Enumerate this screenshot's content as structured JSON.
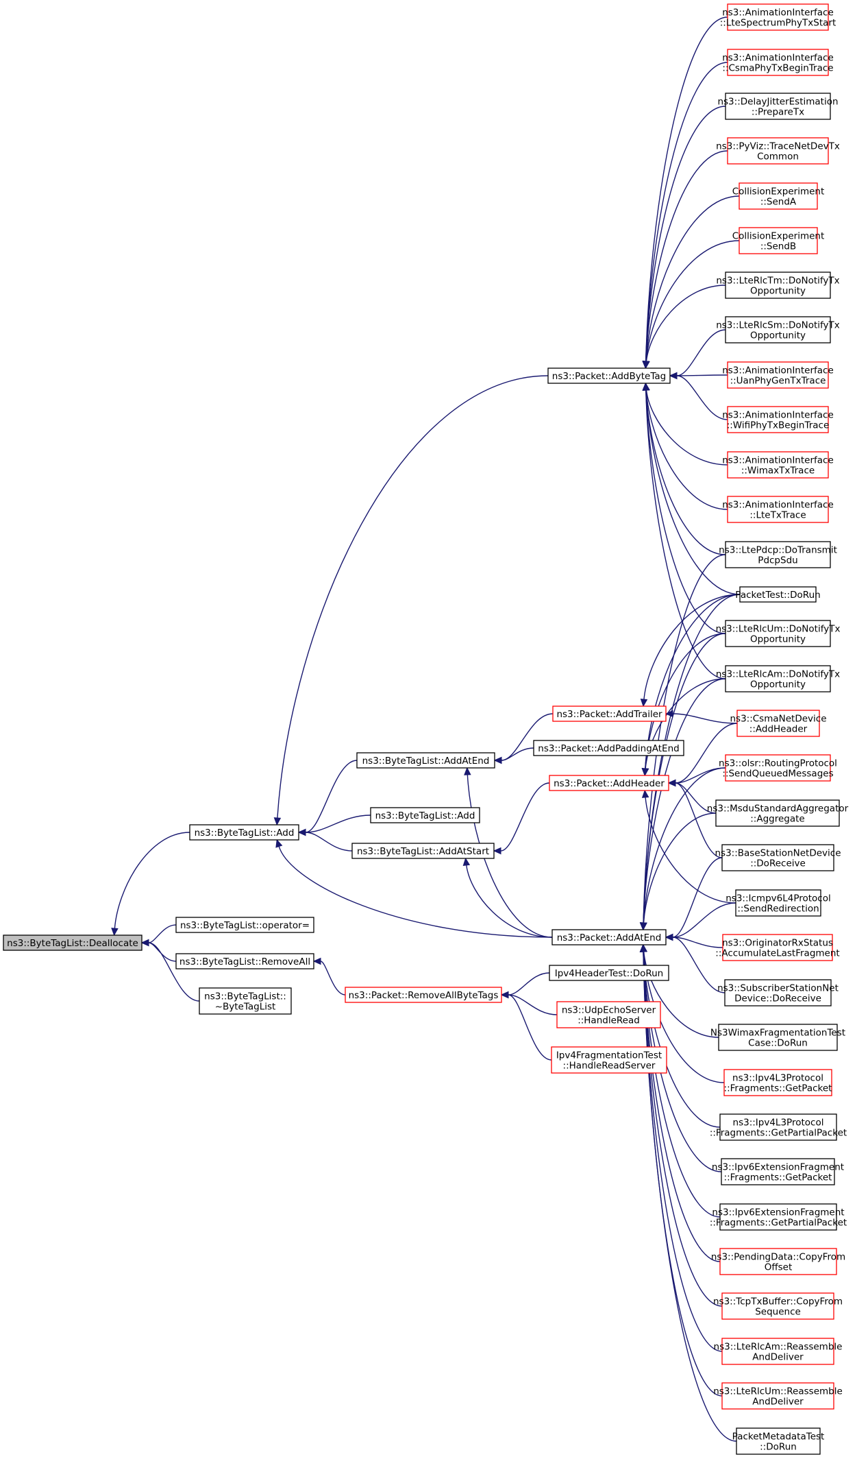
{
  "colors": {
    "edge": "#191970",
    "border_black": "#000000",
    "border_red": "#ff0000",
    "root_fill": "#bfbfbf",
    "node_fill": "#ffffff"
  },
  "nodes": [
    {
      "id": "root",
      "lines": [
        "ns3::ByteTagList::Deallocate"
      ],
      "border": "black",
      "root": true
    },
    {
      "id": "btl_add",
      "lines": [
        "ns3::ByteTagList::Add"
      ],
      "border": "black"
    },
    {
      "id": "btl_opeq",
      "lines": [
        "ns3::ByteTagList::operator="
      ],
      "border": "black"
    },
    {
      "id": "btl_removeall",
      "lines": [
        "ns3::ByteTagList::RemoveAll"
      ],
      "border": "black"
    },
    {
      "id": "btl_dtor",
      "lines": [
        "ns3::ByteTagList::",
        "~ByteTagList"
      ],
      "border": "black"
    },
    {
      "id": "btl_addatend",
      "lines": [
        "ns3::ByteTagList::AddAtEnd"
      ],
      "border": "black"
    },
    {
      "id": "btl_add2",
      "lines": [
        "ns3::ByteTagList::Add"
      ],
      "border": "black"
    },
    {
      "id": "btl_addatstart",
      "lines": [
        "ns3::ByteTagList::AddAtStart"
      ],
      "border": "black"
    },
    {
      "id": "pkt_removeallbytetags",
      "lines": [
        "ns3::Packet::RemoveAllByteTags"
      ],
      "border": "red"
    },
    {
      "id": "pkt_addbytetag",
      "lines": [
        "ns3::Packet::AddByteTag"
      ],
      "border": "black"
    },
    {
      "id": "pkt_addtrailer",
      "lines": [
        "ns3::Packet::AddTrailer"
      ],
      "border": "red"
    },
    {
      "id": "pkt_addpaddingatend",
      "lines": [
        "ns3::Packet::AddPaddingAtEnd"
      ],
      "border": "black"
    },
    {
      "id": "pkt_addheader",
      "lines": [
        "ns3::Packet::AddHeader"
      ],
      "border": "red"
    },
    {
      "id": "pkt_addatend",
      "lines": [
        "ns3::Packet::AddAtEnd"
      ],
      "border": "black"
    },
    {
      "id": "ipv4headertest",
      "lines": [
        "Ipv4HeaderTest::DoRun"
      ],
      "border": "black"
    },
    {
      "id": "udpecho",
      "lines": [
        "ns3::UdpEchoServer",
        "::HandleRead"
      ],
      "border": "red"
    },
    {
      "id": "ipv4fragtest",
      "lines": [
        "Ipv4FragmentationTest",
        "::HandleReadServer"
      ],
      "border": "red"
    },
    {
      "id": "r_anim_ltespec",
      "lines": [
        "ns3::AnimationInterface",
        "::LteSpectrumPhyTxStart"
      ],
      "border": "red"
    },
    {
      "id": "r_anim_csma",
      "lines": [
        "ns3::AnimationInterface",
        "::CsmaPhyTxBeginTrace"
      ],
      "border": "red"
    },
    {
      "id": "r_delayjitter",
      "lines": [
        "ns3::DelayJitterEstimation",
        "::PrepareTx"
      ],
      "border": "black"
    },
    {
      "id": "r_pyviz",
      "lines": [
        "ns3::PyViz::TraceNetDevTx",
        "Common"
      ],
      "border": "red"
    },
    {
      "id": "r_colla",
      "lines": [
        "CollisionExperiment",
        "::SendA"
      ],
      "border": "red"
    },
    {
      "id": "r_collb",
      "lines": [
        "CollisionExperiment",
        "::SendB"
      ],
      "border": "red"
    },
    {
      "id": "r_rlctm",
      "lines": [
        "ns3::LteRlcTm::DoNotifyTx",
        "Opportunity"
      ],
      "border": "black"
    },
    {
      "id": "r_rlcsm",
      "lines": [
        "ns3::LteRlcSm::DoNotifyTx",
        "Opportunity"
      ],
      "border": "black"
    },
    {
      "id": "r_anim_uan",
      "lines": [
        "ns3::AnimationInterface",
        "::UanPhyGenTxTrace"
      ],
      "border": "red"
    },
    {
      "id": "r_anim_wifi",
      "lines": [
        "ns3::AnimationInterface",
        "::WifiPhyTxBeginTrace"
      ],
      "border": "red"
    },
    {
      "id": "r_anim_wimax",
      "lines": [
        "ns3::AnimationInterface",
        "::WimaxTxTrace"
      ],
      "border": "red"
    },
    {
      "id": "r_anim_lte",
      "lines": [
        "ns3::AnimationInterface",
        "::LteTxTrace"
      ],
      "border": "red"
    },
    {
      "id": "r_pdcp",
      "lines": [
        "ns3::LtePdcp::DoTransmit",
        "PdcpSdu"
      ],
      "border": "black"
    },
    {
      "id": "r_packettest",
      "lines": [
        "PacketTest::DoRun"
      ],
      "border": "black"
    },
    {
      "id": "r_rlcum_tx",
      "lines": [
        "ns3::LteRlcUm::DoNotifyTx",
        "Opportunity"
      ],
      "border": "black"
    },
    {
      "id": "r_rlcam_tx",
      "lines": [
        "ns3::LteRlcAm::DoNotifyTx",
        "Opportunity"
      ],
      "border": "black"
    },
    {
      "id": "r_csma_addheader",
      "lines": [
        "ns3::CsmaNetDevice",
        "::AddHeader"
      ],
      "border": "red"
    },
    {
      "id": "r_olsr",
      "lines": [
        "ns3::olsr::RoutingProtocol",
        "::SendQueuedMessages"
      ],
      "border": "red"
    },
    {
      "id": "r_msdu",
      "lines": [
        "ns3::MsduStandardAggregator",
        "::Aggregate"
      ],
      "border": "black"
    },
    {
      "id": "r_bsnd",
      "lines": [
        "ns3::BaseStationNetDevice",
        "::DoReceive"
      ],
      "border": "black"
    },
    {
      "id": "r_icmpv6",
      "lines": [
        "ns3::Icmpv6L4Protocol",
        "::SendRedirection"
      ],
      "border": "black"
    },
    {
      "id": "r_originator",
      "lines": [
        "ns3::OriginatorRxStatus",
        "::AccumulateLastFragment"
      ],
      "border": "red"
    },
    {
      "id": "r_ssnd",
      "lines": [
        "ns3::SubscriberStationNet",
        "Device::DoReceive"
      ],
      "border": "black"
    },
    {
      "id": "r_wimaxfrag",
      "lines": [
        "Ns3WimaxFragmentationTest",
        "Case::DoRun"
      ],
      "border": "black"
    },
    {
      "id": "r_ipv4l3_get",
      "lines": [
        "ns3::Ipv4L3Protocol",
        "::Fragments::GetPacket"
      ],
      "border": "red"
    },
    {
      "id": "r_ipv4l3_partial",
      "lines": [
        "ns3::Ipv4L3Protocol",
        "::Fragments::GetPartialPacket"
      ],
      "border": "black"
    },
    {
      "id": "r_ipv6ext_get",
      "lines": [
        "ns3::Ipv6ExtensionFragment",
        "::Fragments::GetPacket"
      ],
      "border": "black"
    },
    {
      "id": "r_ipv6ext_partial",
      "lines": [
        "ns3::Ipv6ExtensionFragment",
        "::Fragments::GetPartialPacket"
      ],
      "border": "black"
    },
    {
      "id": "r_pending",
      "lines": [
        "ns3::PendingData::CopyFrom",
        "Offset"
      ],
      "border": "red"
    },
    {
      "id": "r_tcptx",
      "lines": [
        "ns3::TcpTxBuffer::CopyFrom",
        "Sequence"
      ],
      "border": "red"
    },
    {
      "id": "r_rlcam_reasm",
      "lines": [
        "ns3::LteRlcAm::Reassemble",
        "AndDeliver"
      ],
      "border": "red"
    },
    {
      "id": "r_rlcum_reasm",
      "lines": [
        "ns3::LteRlcUm::Reassemble",
        "AndDeliver"
      ],
      "border": "red"
    },
    {
      "id": "r_pktmeta",
      "lines": [
        "PacketMetadataTest",
        "::DoRun"
      ],
      "border": "black"
    }
  ],
  "edges": [
    [
      "btl_add",
      "root"
    ],
    [
      "btl_opeq",
      "root"
    ],
    [
      "btl_removeall",
      "root"
    ],
    [
      "btl_dtor",
      "root"
    ],
    [
      "pkt_addbytetag",
      "btl_add"
    ],
    [
      "btl_addatend",
      "btl_add"
    ],
    [
      "btl_add2",
      "btl_add"
    ],
    [
      "btl_addatstart",
      "btl_add"
    ],
    [
      "pkt_addatend",
      "btl_add"
    ],
    [
      "pkt_removeallbytetags",
      "btl_removeall"
    ],
    [
      "pkt_addtrailer",
      "btl_addatend"
    ],
    [
      "pkt_addpaddingatend",
      "btl_addatend"
    ],
    [
      "pkt_addatend",
      "btl_addatend"
    ],
    [
      "pkt_addheader",
      "btl_addatstart"
    ],
    [
      "pkt_addatend",
      "btl_addatstart"
    ],
    [
      "ipv4headertest",
      "pkt_removeallbytetags"
    ],
    [
      "udpecho",
      "pkt_removeallbytetags"
    ],
    [
      "ipv4fragtest",
      "pkt_removeallbytetags"
    ],
    [
      "r_anim_ltespec",
      "pkt_addbytetag"
    ],
    [
      "r_anim_csma",
      "pkt_addbytetag"
    ],
    [
      "r_delayjitter",
      "pkt_addbytetag"
    ],
    [
      "r_pyviz",
      "pkt_addbytetag"
    ],
    [
      "r_colla",
      "pkt_addbytetag"
    ],
    [
      "r_collb",
      "pkt_addbytetag"
    ],
    [
      "r_rlctm",
      "pkt_addbytetag"
    ],
    [
      "r_rlcsm",
      "pkt_addbytetag"
    ],
    [
      "r_anim_uan",
      "pkt_addbytetag"
    ],
    [
      "r_anim_wifi",
      "pkt_addbytetag"
    ],
    [
      "r_anim_wimax",
      "pkt_addbytetag"
    ],
    [
      "r_anim_lte",
      "pkt_addbytetag"
    ],
    [
      "r_pdcp",
      "pkt_addbytetag"
    ],
    [
      "r_packettest",
      "pkt_addbytetag"
    ],
    [
      "r_rlcum_tx",
      "pkt_addbytetag"
    ],
    [
      "r_rlcam_tx",
      "pkt_addbytetag"
    ],
    [
      "r_packettest",
      "pkt_addtrailer"
    ],
    [
      "r_csma_addheader",
      "pkt_addtrailer"
    ],
    [
      "r_packettest",
      "pkt_addheader"
    ],
    [
      "r_rlcum_tx",
      "pkt_addheader"
    ],
    [
      "r_rlcam_tx",
      "pkt_addheader"
    ],
    [
      "r_csma_addheader",
      "pkt_addheader"
    ],
    [
      "r_olsr",
      "pkt_addheader"
    ],
    [
      "r_msdu",
      "pkt_addheader"
    ],
    [
      "r_bsnd",
      "pkt_addheader"
    ],
    [
      "r_icmpv6",
      "pkt_addheader"
    ],
    [
      "r_pdcp",
      "pkt_addatend"
    ],
    [
      "r_packettest",
      "pkt_addatend"
    ],
    [
      "r_rlcum_tx",
      "pkt_addatend"
    ],
    [
      "r_rlcam_tx",
      "pkt_addatend"
    ],
    [
      "r_olsr",
      "pkt_addatend"
    ],
    [
      "r_msdu",
      "pkt_addatend"
    ],
    [
      "r_bsnd",
      "pkt_addatend"
    ],
    [
      "r_icmpv6",
      "pkt_addatend"
    ],
    [
      "r_originator",
      "pkt_addatend"
    ],
    [
      "r_ssnd",
      "pkt_addatend"
    ],
    [
      "r_wimaxfrag",
      "pkt_addatend"
    ],
    [
      "r_ipv4l3_get",
      "pkt_addatend"
    ],
    [
      "r_ipv4l3_partial",
      "pkt_addatend"
    ],
    [
      "r_ipv6ext_get",
      "pkt_addatend"
    ],
    [
      "r_ipv6ext_partial",
      "pkt_addatend"
    ],
    [
      "r_pending",
      "pkt_addatend"
    ],
    [
      "r_tcptx",
      "pkt_addatend"
    ],
    [
      "r_rlcam_reasm",
      "pkt_addatend"
    ],
    [
      "r_rlcum_reasm",
      "pkt_addatend"
    ],
    [
      "r_pktmeta",
      "pkt_addatend"
    ]
  ]
}
